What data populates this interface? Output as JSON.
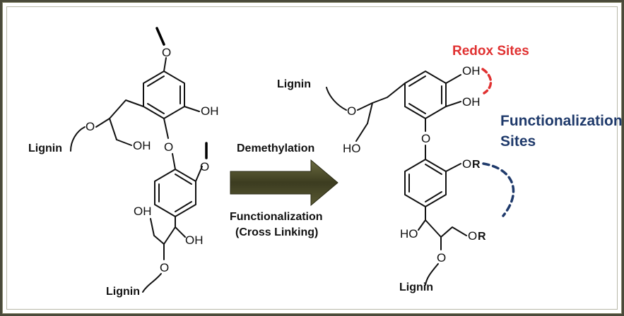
{
  "left_molecule": {
    "labels": {
      "lignin_left": "Lignin",
      "lignin_bottom": "Lignin",
      "o_top": "O",
      "oh_ring": "OH",
      "o_ether_left": "O",
      "oh_side": "OH",
      "o_link": "O",
      "o_methoxy2": "O",
      "oh_chain_top": "OH",
      "oh_chain_right": "OH",
      "o_chain_bottom": "O"
    }
  },
  "reaction": {
    "top_label": "Demethylation",
    "bottom_label_line1": "Functionalization",
    "bottom_label_line2": "(Cross Linking)",
    "arrow_color": "#4a4a2a"
  },
  "right_molecule": {
    "labels": {
      "lignin_top": "Lignin",
      "lignin_bottom": "Lignin",
      "oh_top": "OH",
      "oh_second": "OH",
      "o_ether": "O",
      "ho_side": "HO",
      "o_link": "O",
      "or_ring_o": "O",
      "or_ring_r": "R",
      "ho_chain": "HO",
      "or_chain_o": "O",
      "or_chain_r": "R",
      "o_chain_bottom": "O"
    }
  },
  "annotations": {
    "redox_sites": "Redox Sites",
    "redox_color": "#e03131",
    "functionalization_line1": "Functionalization",
    "functionalization_line2": "Sites",
    "functionalization_color": "#1f3a6b"
  }
}
